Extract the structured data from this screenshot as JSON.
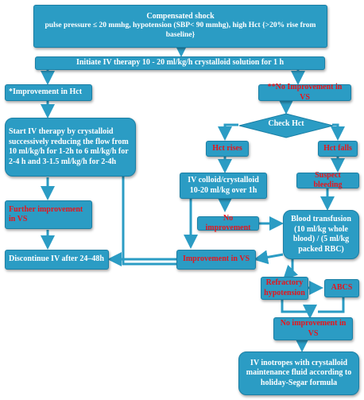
{
  "colors": {
    "box_fill": "#2b9cc4",
    "box_border": "#1a7fa5",
    "text_default": "#ffffff",
    "text_alert": "#e8141b",
    "arrow": "#2b9cc4"
  },
  "nodes": {
    "compensated_shock_title": "Compensated shock",
    "compensated_shock_detail": "pulse pressure ≤ 20 mmhg, hypotension (SBP< 90 mmhg), high Hct {>20% rise from baseline}",
    "initiate_iv": "Initiate IV therapy 10 - 20 ml/kg/h crystalloid solution for 1 h",
    "improvement_hct": "*Improvement in Hct",
    "no_improvement_vs": "**No Improvement in VS",
    "start_iv_therapy": "Start IV therapy by crystalloid successively reducing the flow from 10 ml/kg/h for 1-2h to 6 ml/kg/h for 2-4 h and 3-1.5 ml/kg/h for 2-4h",
    "check_hct": "Check Hct",
    "hct_rises": "Hct rises",
    "hct_falls": "Hct falls",
    "iv_colloid": "IV colloid/crystalloid 10-20 ml/kg over 1h",
    "suspect_bleeding": "Suspect bleeding",
    "further_improvement": "Further improvement in VS",
    "no_improvement": "No improvement",
    "blood_transfusion": "Blood transfusion (10 ml/kg whole blood) / (5 ml/kg packed RBC)",
    "discontinue_iv": "Discontinue IV after 24–48h",
    "improvement_vs": "Improvement in VS",
    "refractory_hypotension": "Refractory hypotension",
    "abcs": "ABCS",
    "no_improvement_vs_2": "No improvement in VS",
    "iv_inotropes": "IV inotropes with crystalloid maintenance fluid according to holiday-Segar formula"
  }
}
